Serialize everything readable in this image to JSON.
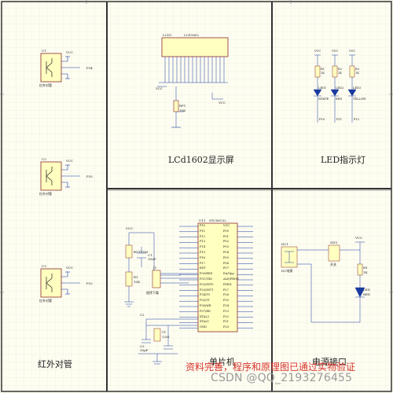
{
  "sections": {
    "ir": "红外对管",
    "lcd": "LCd1602显示屏",
    "led": "LED指示灯",
    "mcu": "单片机",
    "power": "电源接口"
  },
  "ir_modules": [
    {
      "ref": "U1",
      "net": "P34"
    },
    {
      "ref": "U2",
      "net": "P35"
    },
    {
      "ref": "U3",
      "net": "P32"
    }
  ],
  "ir_module_label": "红外对管",
  "lcd": {
    "ref": "LCD1",
    "part": "LCD1602",
    "vcc": "VCC",
    "pot": "RP1",
    "pot_value": "10K"
  },
  "leds": [
    {
      "res": "R1",
      "res_value": "1K",
      "led": "LED1",
      "color": "WHITE",
      "net": "P10"
    },
    {
      "res": "R2",
      "res_value": "1K",
      "led": "LED2",
      "color": "RED",
      "net": "P11"
    },
    {
      "res": "R3",
      "res_value": "1K",
      "led": "LED3",
      "color": "YELLOW",
      "net": "P12"
    }
  ],
  "mcu": {
    "ref": "U11",
    "part": "STC89C52",
    "left_pins": [
      "P10",
      "P11",
      "P12",
      "P13",
      "P14",
      "P15",
      "P16",
      "P17",
      "RST",
      "P30/RXD",
      "P31/TXD",
      "P32/INT0",
      "P33/INT1",
      "P34/T0",
      "P35/T1",
      "P36/WR",
      "P37/RD",
      "XTAL2",
      "XTAL1",
      "GND"
    ],
    "right_pins": [
      "VCC",
      "P00",
      "P01",
      "P02",
      "P03",
      "P04",
      "P05",
      "P06",
      "P07",
      "EA/Vpp",
      "ALE/PROG",
      "PSEN",
      "P27",
      "P26",
      "P25",
      "P24",
      "P23",
      "P22",
      "P21",
      "P20"
    ],
    "reset": {
      "res": "R1",
      "res_value": "10K",
      "cap": "C1",
      "cap_value": "10uF",
      "button": "BUTTON"
    },
    "header": {
      "ref": "J1",
      "label": "程序下载"
    },
    "crystal": {
      "ref": "Y1",
      "value": "12M",
      "c2": "C2",
      "c3": "C3",
      "cap_value": "30pF"
    }
  },
  "power": {
    "jack": "DC1",
    "jack_label": "DC电源",
    "switch": "SW1",
    "switch_label": "开关",
    "led": "LED",
    "led_color": "RED",
    "res": "R1",
    "res_value": "1K",
    "vcc": "VCC"
  },
  "rail_vcc": "VCC",
  "watermark_red": "资料完善，程序和原理图已通过实物验证",
  "watermark_csdn": "CSDN @QQ_2193276455"
}
